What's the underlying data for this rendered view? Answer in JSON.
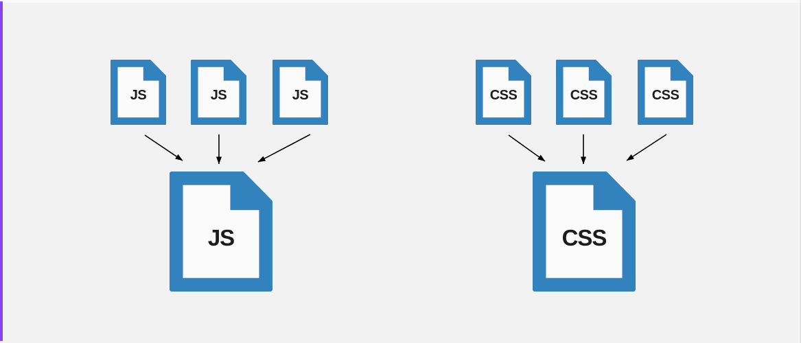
{
  "colors": {
    "page_bg": "#f3f2f3",
    "top_strip": "#fbfafb",
    "accent_purple": "#8445f1",
    "icon_blue": "#3282be",
    "icon_paper": "#fbfbfb",
    "label_ink": "#1c1c1c",
    "arrow_ink": "#000000",
    "right_edge": "#d9d9da"
  },
  "icons": {
    "file": "document-with-folded-corner-icon",
    "arrow": "converging-arrow"
  },
  "groups": [
    {
      "name": "javascript-bundle",
      "files": [
        {
          "label": "JS"
        },
        {
          "label": "JS"
        },
        {
          "label": "JS"
        }
      ],
      "bundle": {
        "label": "JS"
      }
    },
    {
      "name": "css-bundle",
      "files": [
        {
          "label": "CSS"
        },
        {
          "label": "CSS"
        },
        {
          "label": "CSS"
        }
      ],
      "bundle": {
        "label": "CSS"
      }
    }
  ]
}
